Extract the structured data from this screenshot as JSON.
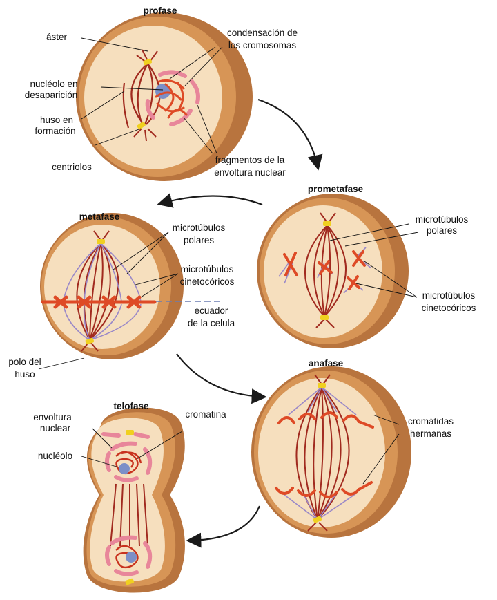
{
  "phases": {
    "profase": {
      "title": "profase",
      "labels": {
        "aster": "áster",
        "nucleolo_1": "nucléolo en",
        "nucleolo_2": "desaparición",
        "huso_1": "huso en",
        "huso_2": "formación",
        "centriolos": "centriolos",
        "condensacion_1": "condensación de",
        "condensacion_2": "los cromosomas",
        "fragmentos_1": "fragmentos de la",
        "fragmentos_2": "envoltura nuclear"
      }
    },
    "prometafase": {
      "title": "prometafase",
      "labels": {
        "polares_1": "microtúbulos",
        "polares_2": "polares",
        "cineto_1": "microtúbulos",
        "cineto_2": "cinetocóricos"
      }
    },
    "metafase": {
      "title": "metafase",
      "labels": {
        "polares_1": "microtúbulos",
        "polares_2": "polares",
        "cineto_1": "microtúbulos",
        "cineto_2": "cinetocóricos",
        "ecuador_1": "ecuador",
        "ecuador_2": "de la celula",
        "polo_1": "polo del",
        "polo_2": "huso"
      }
    },
    "anafase": {
      "title": "anafase",
      "labels": {
        "cromatidas_1": "cromátidas",
        "cromatidas_2": "hermanas"
      }
    },
    "telofase": {
      "title": "telofase",
      "labels": {
        "envoltura_1": "envoltura",
        "envoltura_2": "nuclear",
        "cromatina": "cromatina",
        "nucleolo": "nucléolo"
      }
    }
  },
  "colors": {
    "cell_rim": "#c8864e",
    "cell_rim_dark": "#a8652f",
    "cytoplasm": "#f6dfbe",
    "chromosome": "#de4a26",
    "spindle": "#a12a1f",
    "kinetochore_mt": "#9a88c8",
    "centriole": "#f0d020",
    "envelope": "#e8869a",
    "nucleolus": "#7c8fc8",
    "arrow": "#1a1a1a"
  }
}
